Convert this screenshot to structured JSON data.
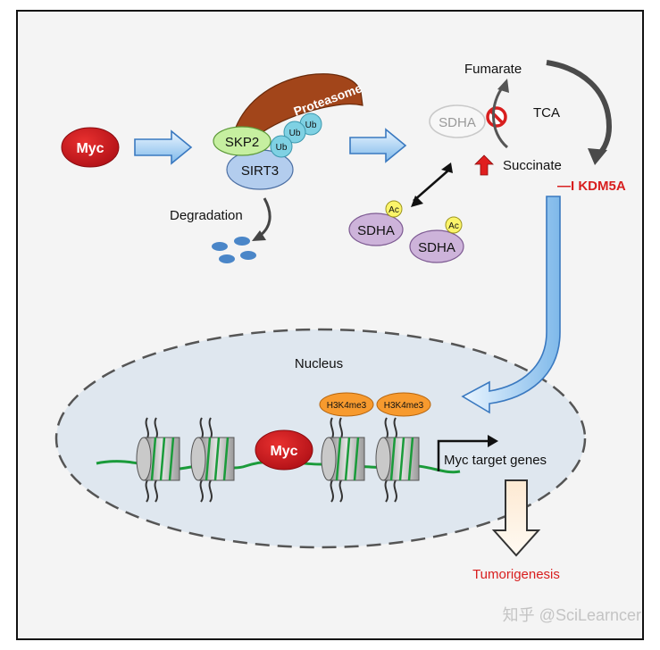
{
  "labels": {
    "myc_left": "Myc",
    "proteasome": "Proteasome",
    "skp2": "SKP2",
    "sirt3": "SIRT3",
    "ub": "Ub",
    "degradation": "Degradation",
    "sdha_faded": "SDHA",
    "fumarate": "Fumarate",
    "tca": "TCA",
    "succinate": "Succinate",
    "kdm5a": "—I KDM5A",
    "sdha_1": "SDHA",
    "sdha_2": "SDHA",
    "ac": "Ac",
    "nucleus": "Nucleus",
    "h3k4me3": "H3K4me3",
    "myc_nucleus": "Myc",
    "myc_target_genes": "Myc target genes",
    "tumorigenesis": "Tumorigenesis",
    "watermark": "知乎 @SciLearncer"
  },
  "colors": {
    "myc_red": "#c8161d",
    "proteasome_brown": "#9c3f12",
    "skp2_green": "#c6efa0",
    "sirt3_blue": "#b3cdee",
    "ub_cyan": "#7fd1e3",
    "sdha_purple": "#cdb3da",
    "ac_yellow": "#fbf46a",
    "h3k4me3_orange": "#f79a2e",
    "nucleus_fill": "#dfe7ef",
    "dna_green": "#1a9b3a",
    "text_red": "#d81e1e"
  }
}
